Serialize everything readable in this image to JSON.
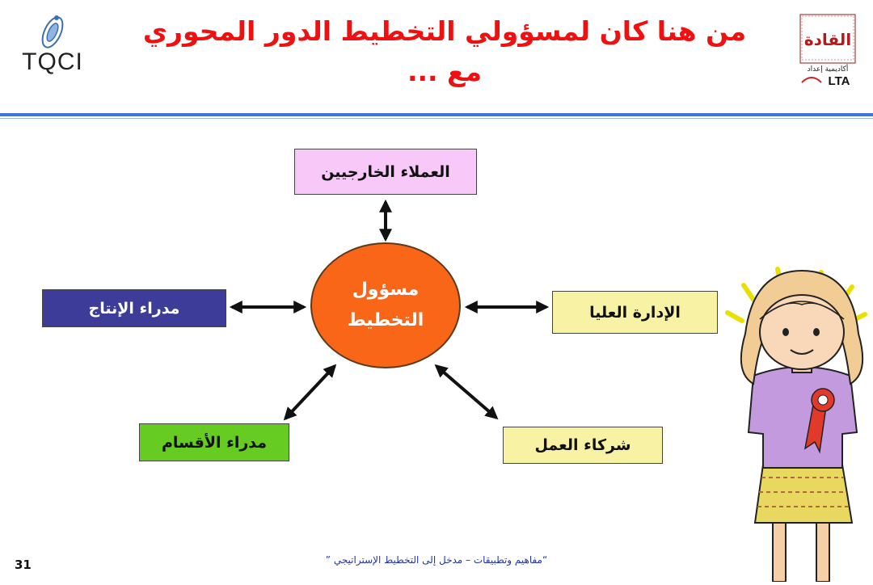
{
  "logos": {
    "left_text": "TQCI",
    "right_main": "القادة",
    "right_sub": "أكاديمية إعداد",
    "right_abbr": "LTA"
  },
  "title": {
    "line1": "من هنا كان لمسؤولي التخطيط الدور المحوري",
    "line2": "مع ..."
  },
  "diagram": {
    "center": {
      "line1": "مسؤول",
      "line2": "التخطيط"
    },
    "nodes": {
      "top": "العملاء الخارجيين",
      "left": "مدراء الإنتاج",
      "right": "الإدارة العليا",
      "bottom_left": "مدراء الأقسام",
      "bottom_right": "شركاء العمل"
    }
  },
  "footer": {
    "text": "“مفاهيم وتطبيقات – مدخل إلى التخطيط الإستراتيجي ”",
    "page_number": "31"
  }
}
